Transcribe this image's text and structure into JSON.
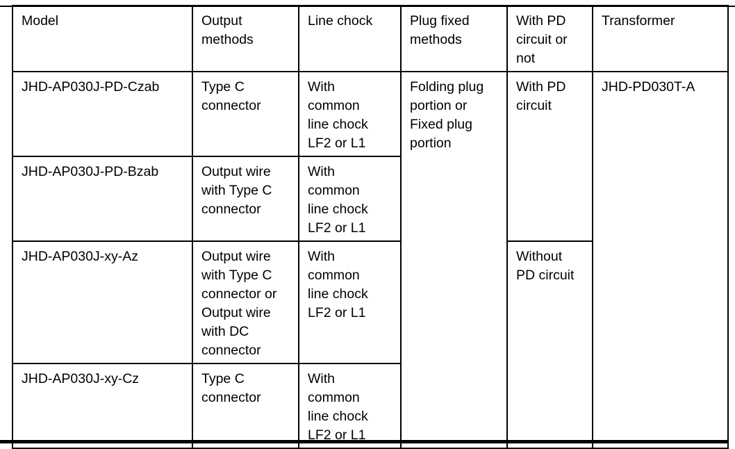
{
  "page": {
    "background": "#ffffff",
    "border_color": "#000000"
  },
  "table": {
    "header": {
      "model": "Model",
      "output_methods": "Output\nmethods",
      "line_chock": "Line chock",
      "plug_fixed_methods": "Plug fixed\nmethods",
      "pd_circuit": "With PD\ncircuit or\nnot",
      "transformer": "Transformer"
    },
    "rows": [
      {
        "model": "JHD-AP030J-PD-Czab",
        "output_methods": "Type C\nconnector",
        "line_chock": "With\ncommon\nline chock\nLF2 or L1",
        "plug_fixed_methods": "Folding plug\nportion or\nFixed plug\nportion",
        "pd_circuit": "With PD\ncircuit",
        "transformer": "JHD-PD030T-A"
      },
      {
        "model": "JHD-AP030J-PD-Bzab",
        "output_methods": "Output wire\nwith Type C\nconnector",
        "line_chock": "With\ncommon\nline chock\nLF2 or L1"
      },
      {
        "model": "JHD-AP030J-xy-Az",
        "output_methods": "Output wire\nwith Type C\nconnector or\nOutput wire\nwith DC\nconnector",
        "line_chock": "With\ncommon\nline chock\nLF2 or L1",
        "pd_circuit": "Without\nPD circuit"
      },
      {
        "model": "JHD-AP030J-xy-Cz",
        "output_methods": "Type C\nconnector",
        "line_chock": "With\ncommon\nline chock\nLF2 or L1"
      }
    ]
  }
}
